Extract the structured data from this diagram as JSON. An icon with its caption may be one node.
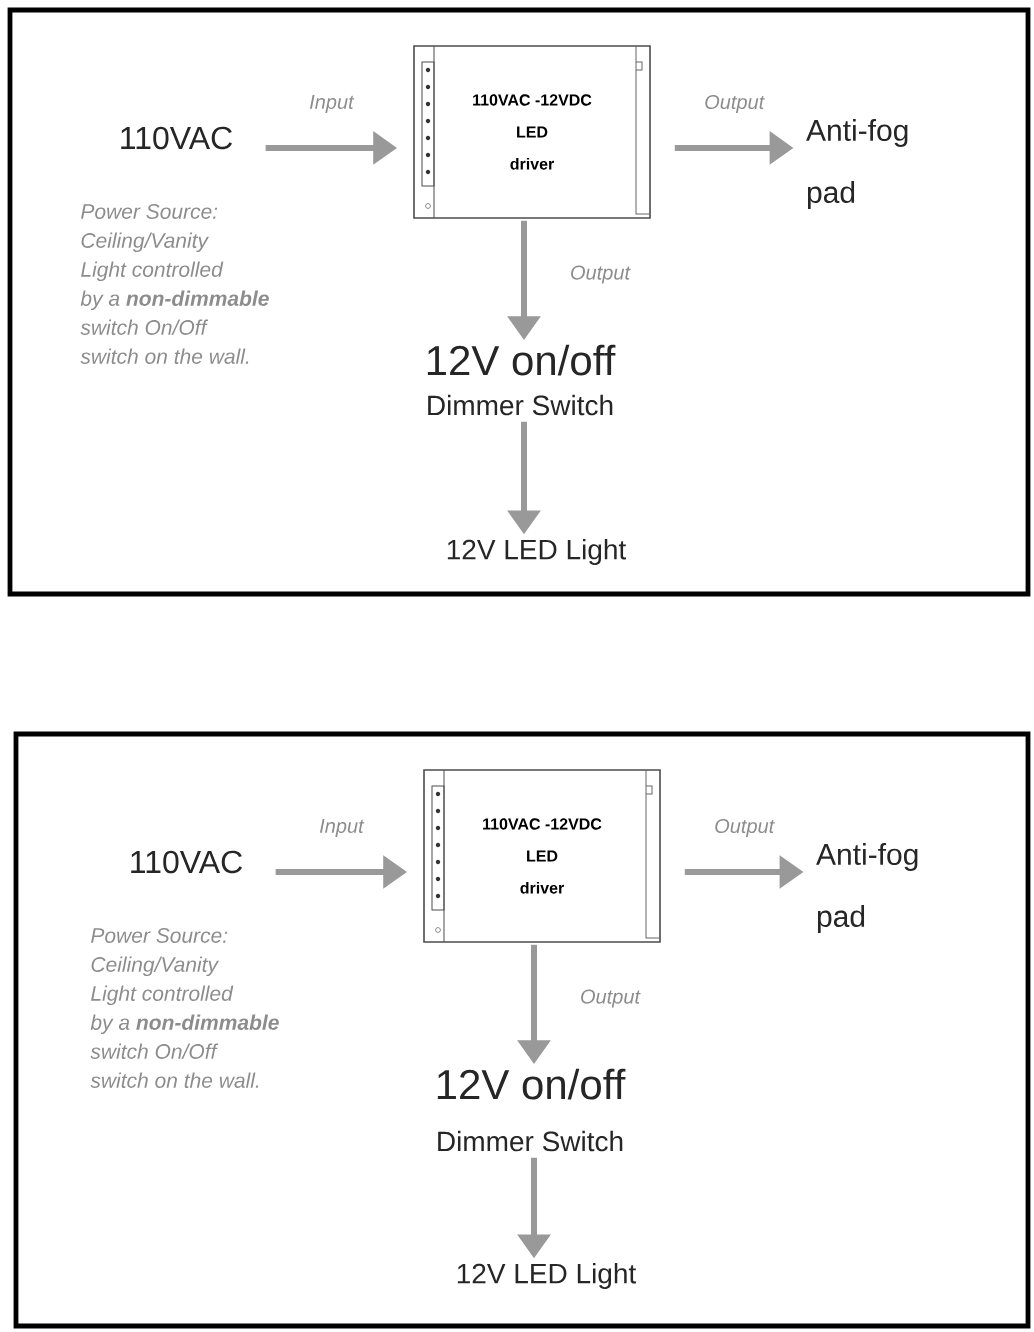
{
  "diagram": {
    "nodes": [
      {
        "text": [],
        "shape": "box"
      },
      {
        "text": [
          "110VAC"
        ],
        "in": 0
      },
      {
        "text": [
          "110VAC -12VDC LED driver"
        ],
        "in": 0
      },
      {
        "text": [
          "Anti-fog pad"
        ],
        "in": 0
      },
      {
        "text": [
          "12V on/off",
          "Dimmer Switch"
        ],
        "in": 0
      },
      {
        "text": [
          "12V LED Light"
        ],
        "in": 0
      },
      {
        "text": [],
        "shape": "box"
      },
      {
        "text": [
          "110VAC"
        ],
        "in": 6
      },
      {
        "text": [
          "110VAC -12VDC LED driver"
        ],
        "in": 6
      },
      {
        "text": [
          "Anti-fog pad"
        ],
        "in": 6
      },
      {
        "text": [
          "12V on/off",
          "Dimmer Switch"
        ],
        "in": 6
      },
      {
        "text": [
          "12V LED Light"
        ],
        "in": 6
      }
    ],
    "edges": [
      {
        "from": 1,
        "to": 2,
        "arrow": "to",
        "label": "Input"
      },
      {
        "from": 2,
        "to": 3,
        "arrow": "to",
        "label": "Output"
      },
      {
        "from": 2,
        "to": 4,
        "arrow": "to",
        "label": "Output"
      },
      {
        "from": 4,
        "to": 5,
        "arrow": "to"
      },
      {
        "from": 7,
        "to": 8,
        "arrow": "to",
        "label": "Input"
      },
      {
        "from": 8,
        "to": 9,
        "arrow": "to",
        "label": "Output"
      },
      {
        "from": 8,
        "to": 10,
        "arrow": "to",
        "label": "Output"
      },
      {
        "from": 10,
        "to": 11,
        "arrow": "to"
      }
    ],
    "labels": [
      "Power Source: Ceiling/Vanity Light controlled by a **non-dimmable** switch On/Off switch on the wall.",
      "Power Source: Ceiling/Vanity Light controlled by a **non-dimmable** switch On/Off switch on the wall."
    ]
  }
}
